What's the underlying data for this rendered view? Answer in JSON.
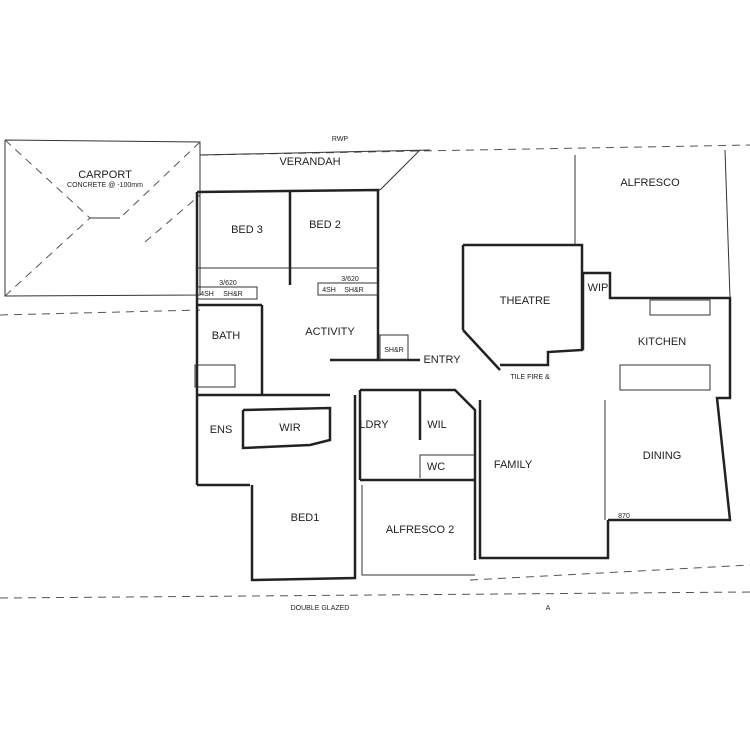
{
  "plan": {
    "rooms": {
      "carport": "CARPORT",
      "carport_note": "CONCRETE @ -100mm",
      "verandah": "VERANDAH",
      "bed3": "BED 3",
      "bed2": "BED 2",
      "alfresco": "ALFRESCO",
      "theatre": "THEATRE",
      "wip": "WIP",
      "kitchen": "KITCHEN",
      "activity": "ACTIVITY",
      "bath": "BATH",
      "shr_entry": "SH&R",
      "entry": "ENTRY",
      "tile_fire": "TILE FIRE &",
      "ldry": "LDRY",
      "wil": "WIL",
      "ens": "ENS",
      "wir": "WIR",
      "family": "FAMILY",
      "dining": "DINING",
      "wc": "WC",
      "bed1": "BED1",
      "alfresco2": "ALFRESCO 2"
    },
    "annotations": {
      "rwp": "RWP",
      "bed3_door": "3/620",
      "bed3_4sh": "4SH",
      "bed3_shr": "SH&R",
      "bed2_door": "3/620",
      "bed2_4sh": "4SH",
      "bed2_shr": "SH&R",
      "dining_door": "870",
      "double_glazed": "DOUBLE GLAZED",
      "section_marker": "A"
    }
  }
}
